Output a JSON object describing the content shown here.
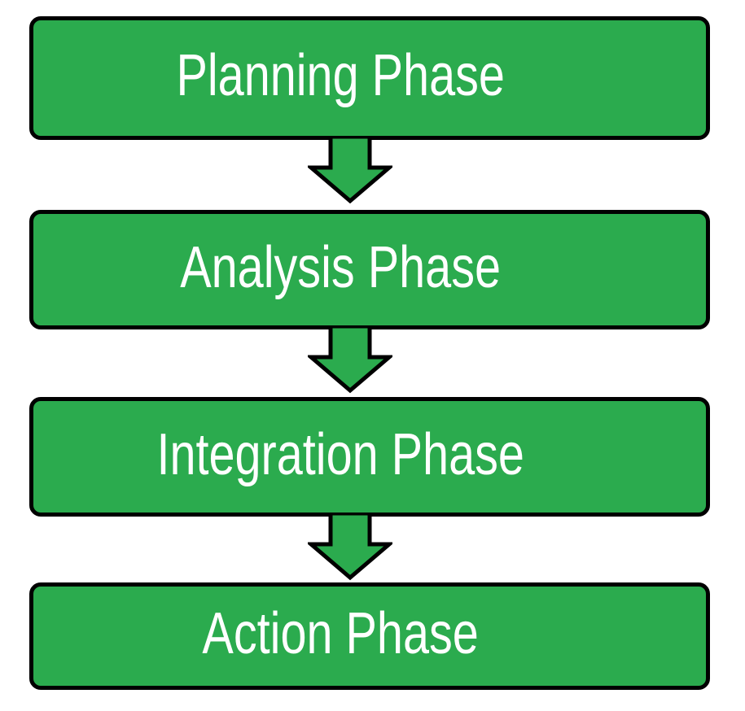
{
  "diagram": {
    "type": "vertical-process-flow",
    "connector": "down-block-arrow",
    "steps": [
      {
        "label": "Planning Phase"
      },
      {
        "label": "Analysis Phase"
      },
      {
        "label": "Integration Phase"
      },
      {
        "label": "Action Phase"
      }
    ]
  },
  "colors": {
    "accent_green": "#2BAB4E",
    "border_black": "#000000",
    "text_white": "#FFFFFF",
    "background": "#FFFFFF"
  }
}
